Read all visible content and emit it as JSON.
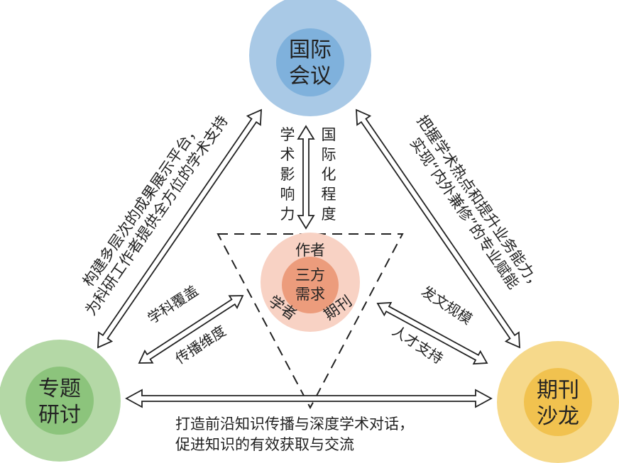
{
  "nodes": {
    "top": {
      "line1": "国际",
      "line2": "会议",
      "color_outer": "#a9c9e6",
      "color_inner": "#7fb1dc"
    },
    "left": {
      "line1": "专题",
      "line2": "研讨",
      "color_outer": "#b4d8a6",
      "color_inner": "#8cc47c"
    },
    "right": {
      "line1": "期刊",
      "line2": "沙龙",
      "color_outer": "#f6d98b",
      "color_inner": "#f1c24f"
    }
  },
  "center": {
    "top_word": "作者",
    "core_line1": "三方",
    "core_line2": "需求",
    "left_word": "学者",
    "right_word": "期刊",
    "color_outer": "#f8d2c4",
    "color_inner": "#ec9c7c"
  },
  "edges": {
    "left_edge": {
      "line1": "构建多层次的成果展示平台，",
      "line2": "为科研工作者提供全方位的学术支持"
    },
    "right_edge": {
      "line1": "把握学术热点和提升业务能力，",
      "line2": "实现“内外兼修”的专业赋能"
    },
    "bottom_edge": {
      "line1": "打造前沿知识传播与深度学术对话，",
      "line2": "促进知识的有效获取与交流"
    }
  },
  "inner_arrows": {
    "vertical_left_chars": [
      "学",
      "术",
      "影",
      "响",
      "力"
    ],
    "vertical_right_chars": [
      "国",
      "际",
      "化",
      "程",
      "度"
    ],
    "left_top": "学科覆盖",
    "left_bottom": "传播维度",
    "right_top": "发文规模",
    "right_bottom": "人才支持"
  }
}
